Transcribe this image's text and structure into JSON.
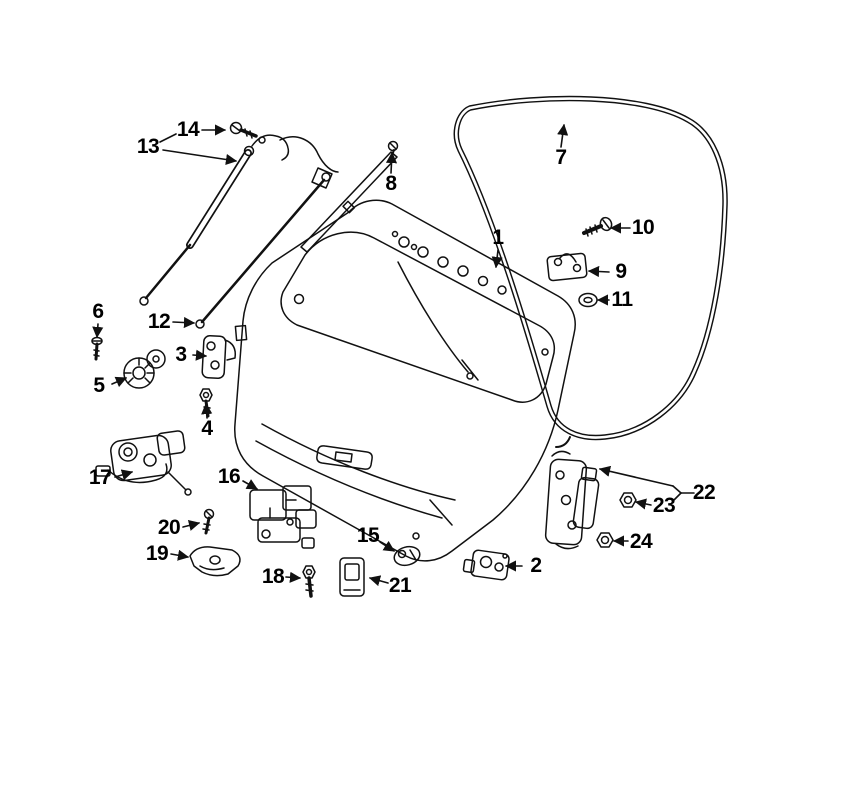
{
  "colors": {
    "background": "#ffffff",
    "ink": "#111111"
  },
  "parts": [
    {
      "label": "1"
    },
    {
      "label": "2"
    },
    {
      "label": "3"
    },
    {
      "label": "4"
    },
    {
      "label": "5"
    },
    {
      "label": "6"
    },
    {
      "label": "7"
    },
    {
      "label": "8"
    },
    {
      "label": "9"
    },
    {
      "label": "10"
    },
    {
      "label": "11"
    },
    {
      "label": "12"
    },
    {
      "label": "13"
    },
    {
      "label": "14"
    },
    {
      "label": "15"
    },
    {
      "label": "16"
    },
    {
      "label": "17"
    },
    {
      "label": "18"
    },
    {
      "label": "19"
    },
    {
      "label": "20"
    },
    {
      "label": "21"
    },
    {
      "label": "22"
    },
    {
      "label": "23"
    },
    {
      "label": "24"
    }
  ]
}
